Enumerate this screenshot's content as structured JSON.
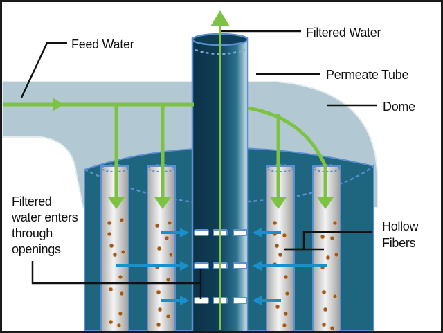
{
  "title": "Hollow fiber membrane filter cross-section",
  "labels": {
    "feed_water": "Feed Water",
    "filtered_water": "Filtered Water",
    "permeate_tube": "Permeate Tube",
    "dome": "Dome",
    "hollow_fibers_line1": "Hollow",
    "hollow_fibers_line2": "Fibers",
    "openings_line1": "Filtered",
    "openings_line2": "water enters",
    "openings_line3": "through",
    "openings_line4": "openings"
  },
  "colors": {
    "flow_arrow": "#7dc242",
    "filtered_arrow": "#1a8fc9",
    "dome_fill": "#b2c9d4",
    "vessel_fill": "#1e6680",
    "permeate_tube_dark": "#0e3a52",
    "fiber_fill": "#dcdcdc",
    "particle": "#9a5a24",
    "outline_blue": "#5b8fcf",
    "border": "#1a1a1a"
  }
}
